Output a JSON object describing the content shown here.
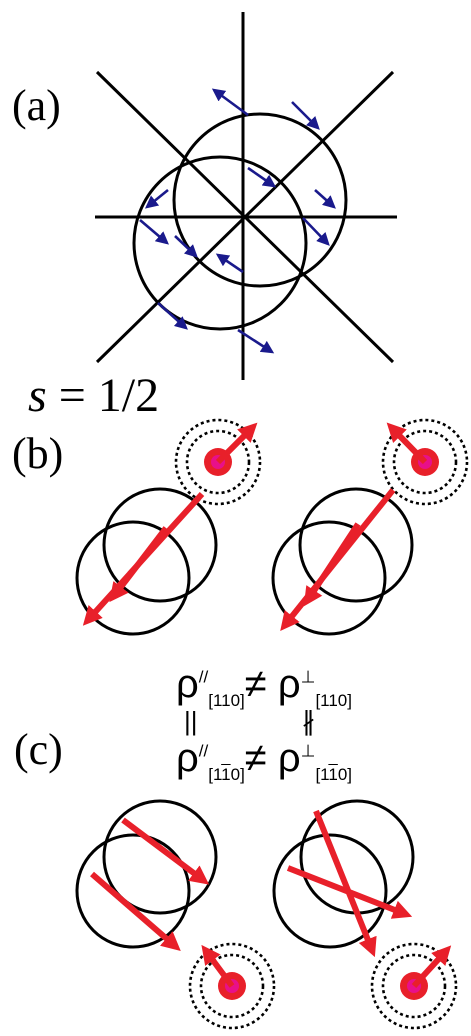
{
  "panels": {
    "a": "(a)",
    "b": "(b)",
    "c": "(c)"
  },
  "spin_label": {
    "symbol": "s",
    "equals": " = ",
    "value": "1/2"
  },
  "relations": {
    "row1": {
      "left": "ρ",
      "left_sup": "//",
      "left_sub": "[110]",
      "op": "≠",
      "right": "ρ",
      "right_sup": "⊥",
      "right_sub": "[110]"
    },
    "mid_left": "||",
    "mid_right": "∦",
    "row2": {
      "left": "ρ",
      "left_sup": "//",
      "left_sub_pre": "[1",
      "left_sub_bar1": "1",
      "left_sub_post": "0]",
      "op": "≠",
      "right": "ρ",
      "right_sup": "⊥",
      "right_sub_pre": "[1",
      "right_sub_bar1": "1",
      "right_sub_post": "0]"
    }
  },
  "colors": {
    "line": "#000000",
    "blue_arrow": "#1a1a8c",
    "red": "#e8202a",
    "magenta": "#e8108a"
  }
}
